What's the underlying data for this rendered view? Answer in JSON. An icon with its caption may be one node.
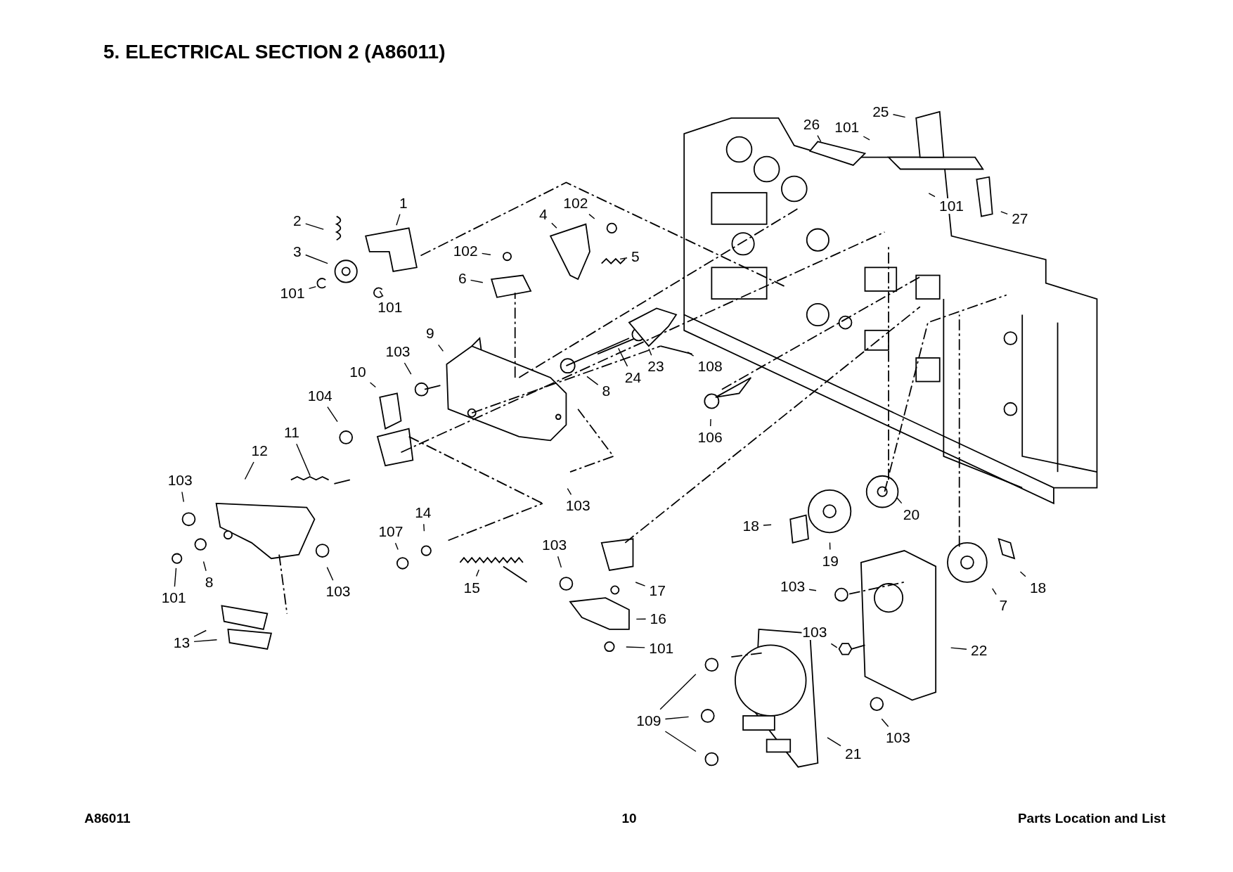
{
  "diagram": {
    "title": "5. ELECTRICAL SECTION 2 (A86011)",
    "nodes": [
      {
        "text": [
          "25"
        ]
      },
      {
        "text": [
          "26"
        ]
      },
      {
        "text": [
          "101"
        ]
      },
      {
        "text": [
          "1"
        ]
      },
      {
        "text": [
          "102"
        ]
      },
      {
        "text": [
          "2"
        ]
      },
      {
        "text": [
          "4"
        ]
      },
      {
        "text": [
          "101"
        ]
      },
      {
        "text": [
          "27"
        ]
      },
      {
        "text": [
          "102"
        ]
      },
      {
        "text": [
          "3"
        ]
      },
      {
        "text": [
          "5"
        ]
      },
      {
        "text": [
          "6"
        ]
      },
      {
        "text": [
          "101"
        ]
      },
      {
        "text": [
          "101"
        ]
      },
      {
        "text": [
          "9"
        ]
      },
      {
        "text": [
          "103"
        ]
      },
      {
        "text": [
          "10"
        ]
      },
      {
        "text": [
          "23"
        ]
      },
      {
        "text": [
          "108"
        ]
      },
      {
        "text": [
          "24"
        ]
      },
      {
        "text": [
          "8"
        ]
      },
      {
        "text": [
          "104"
        ]
      },
      {
        "text": [
          "106"
        ]
      },
      {
        "text": [
          "11"
        ]
      },
      {
        "text": [
          "12"
        ]
      },
      {
        "text": [
          "103"
        ]
      },
      {
        "text": [
          "103"
        ]
      },
      {
        "text": [
          "20"
        ]
      },
      {
        "text": [
          "14"
        ]
      },
      {
        "text": [
          "18"
        ]
      },
      {
        "text": [
          "107"
        ]
      },
      {
        "text": [
          "19"
        ]
      },
      {
        "text": [
          "103"
        ]
      },
      {
        "text": [
          "103"
        ]
      },
      {
        "text": [
          "18"
        ]
      },
      {
        "text": [
          "17"
        ]
      },
      {
        "text": [
          "8"
        ]
      },
      {
        "text": [
          "101"
        ]
      },
      {
        "text": [
          "103"
        ]
      },
      {
        "text": [
          "15"
        ]
      },
      {
        "text": [
          "7"
        ]
      },
      {
        "text": [
          "16"
        ]
      },
      {
        "text": [
          "103"
        ]
      },
      {
        "text": [
          "101"
        ]
      },
      {
        "text": [
          "13"
        ]
      },
      {
        "text": [
          "22"
        ]
      },
      {
        "text": [
          "109"
        ]
      },
      {
        "text": [
          "103"
        ]
      },
      {
        "text": [
          "21"
        ]
      }
    ],
    "edges": [
      {
        "from": 0,
        "to": null,
        "arrow": "none"
      },
      {
        "from": 1,
        "to": null,
        "arrow": "none"
      },
      {
        "from": 2,
        "to": null,
        "arrow": "none"
      },
      {
        "from": 3,
        "to": null,
        "arrow": "none"
      },
      {
        "from": 4,
        "to": null,
        "arrow": "none"
      },
      {
        "from": 5,
        "to": null,
        "arrow": "none"
      },
      {
        "from": 6,
        "to": null,
        "arrow": "none"
      },
      {
        "from": 7,
        "to": null,
        "arrow": "none"
      },
      {
        "from": 8,
        "to": null,
        "arrow": "none"
      },
      {
        "from": 9,
        "to": null,
        "arrow": "none"
      },
      {
        "from": 10,
        "to": null,
        "arrow": "none"
      },
      {
        "from": 11,
        "to": null,
        "arrow": "none"
      },
      {
        "from": 12,
        "to": null,
        "arrow": "none"
      },
      {
        "from": 13,
        "to": null,
        "arrow": "none"
      },
      {
        "from": 14,
        "to": null,
        "arrow": "none"
      },
      {
        "from": 15,
        "to": null,
        "arrow": "none"
      },
      {
        "from": 16,
        "to": null,
        "arrow": "none"
      },
      {
        "from": 17,
        "to": null,
        "arrow": "none"
      },
      {
        "from": 18,
        "to": null,
        "arrow": "none"
      },
      {
        "from": 19,
        "to": null,
        "arrow": "none"
      },
      {
        "from": 20,
        "to": null,
        "arrow": "none"
      },
      {
        "from": 21,
        "to": null,
        "arrow": "none"
      },
      {
        "from": 22,
        "to": null,
        "arrow": "none"
      },
      {
        "from": 23,
        "to": null,
        "arrow": "none"
      },
      {
        "from": 24,
        "to": null,
        "arrow": "none"
      },
      {
        "from": 25,
        "to": null,
        "arrow": "none"
      },
      {
        "from": 26,
        "to": null,
        "arrow": "none"
      },
      {
        "from": 27,
        "to": null,
        "arrow": "none"
      },
      {
        "from": 28,
        "to": null,
        "arrow": "none"
      },
      {
        "from": 29,
        "to": null,
        "arrow": "none"
      },
      {
        "from": 30,
        "to": null,
        "arrow": "none"
      },
      {
        "from": 31,
        "to": null,
        "arrow": "none"
      },
      {
        "from": 32,
        "to": null,
        "arrow": "none"
      },
      {
        "from": 33,
        "to": null,
        "arrow": "none"
      },
      {
        "from": 34,
        "to": null,
        "arrow": "none"
      },
      {
        "from": 35,
        "to": null,
        "arrow": "none"
      },
      {
        "from": 36,
        "to": null,
        "arrow": "none"
      },
      {
        "from": 37,
        "to": null,
        "arrow": "none"
      },
      {
        "from": 38,
        "to": null,
        "arrow": "none"
      },
      {
        "from": 39,
        "to": null,
        "arrow": "none"
      },
      {
        "from": 40,
        "to": null,
        "arrow": "none"
      },
      {
        "from": 41,
        "to": null,
        "arrow": "none"
      },
      {
        "from": 42,
        "to": null,
        "arrow": "none"
      },
      {
        "from": 43,
        "to": null,
        "arrow": "none"
      },
      {
        "from": 44,
        "to": null,
        "arrow": "none"
      },
      {
        "from": 45,
        "to": null,
        "arrow": "none"
      },
      {
        "from": 45,
        "to": null,
        "arrow": "none"
      },
      {
        "from": 46,
        "to": null,
        "arrow": "none"
      },
      {
        "from": 47,
        "to": null,
        "arrow": "none"
      },
      {
        "from": 47,
        "to": null,
        "arrow": "none"
      },
      {
        "from": 47,
        "to": null,
        "arrow": "none"
      },
      {
        "from": 48,
        "to": null,
        "arrow": "none"
      },
      {
        "from": 49,
        "to": null,
        "arrow": "none"
      }
    ],
    "labels": [
      "A86011",
      "10",
      "Parts Location and List"
    ]
  }
}
